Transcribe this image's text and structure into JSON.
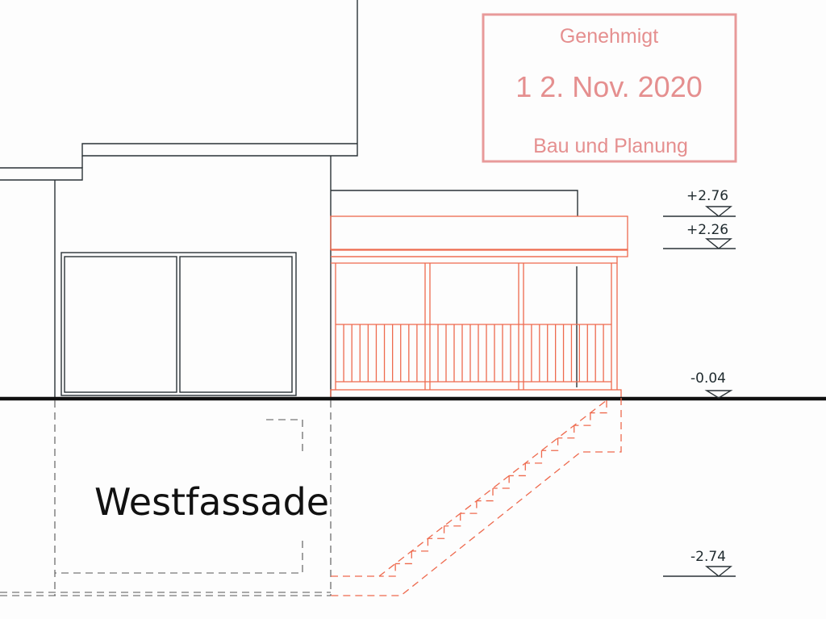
{
  "drawing": {
    "title": "Westfassade",
    "levels": [
      {
        "label": "+2.76",
        "value": 2.76
      },
      {
        "label": "+2.26",
        "value": 2.26
      },
      {
        "label": "-0.04",
        "value": -0.04
      },
      {
        "label": "-2.74",
        "value": -2.74
      }
    ]
  },
  "stamp": {
    "line1": "Genehmigt",
    "date": "1 2. Nov. 2020",
    "line3": "Bau und Planung",
    "color": "#e58f8f"
  },
  "colors": {
    "existing": "#2a3236",
    "new": "#ee6a4e"
  }
}
